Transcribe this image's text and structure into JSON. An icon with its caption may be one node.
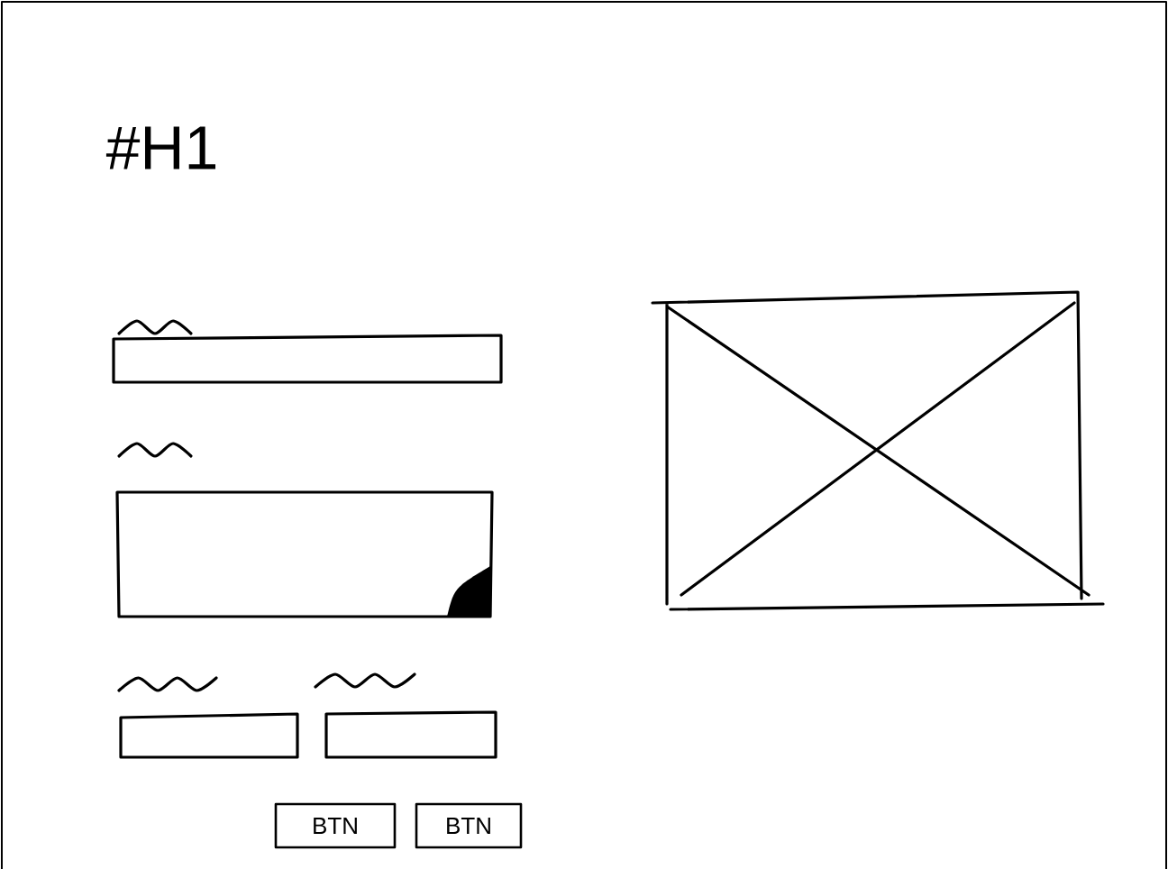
{
  "diagram": {
    "title": "#H1",
    "nodes": [
      {
        "text": [
          "BTN"
        ]
      },
      {
        "text": [
          "BTN"
        ]
      }
    ]
  }
}
